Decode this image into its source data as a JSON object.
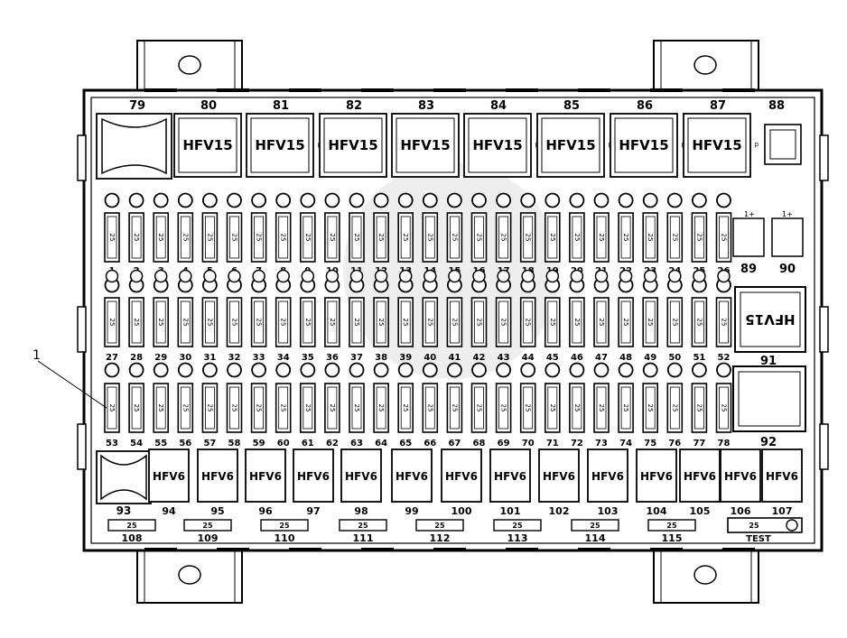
{
  "top_relays": {
    "labels": [
      "79",
      "80",
      "81",
      "82",
      "83",
      "84",
      "85",
      "86",
      "87",
      "88"
    ],
    "relay_text": "HFV15"
  },
  "fuse_rows": {
    "fuse_rating": "25",
    "row1": [
      "1",
      "2",
      "3",
      "4",
      "5",
      "6",
      "7",
      "8",
      "9",
      "10",
      "11",
      "12",
      "13",
      "14",
      "15",
      "16",
      "17",
      "18",
      "19",
      "20",
      "21",
      "22",
      "23",
      "24",
      "25",
      "26"
    ],
    "row2": [
      "27",
      "28",
      "29",
      "30",
      "31",
      "32",
      "33",
      "34",
      "35",
      "36",
      "37",
      "38",
      "39",
      "40",
      "41",
      "42",
      "43",
      "44",
      "45",
      "46",
      "47",
      "48",
      "49",
      "50",
      "51",
      "52"
    ],
    "row3": [
      "53",
      "54",
      "55",
      "56",
      "57",
      "58",
      "59",
      "60",
      "61",
      "62",
      "63",
      "64",
      "65",
      "66",
      "67",
      "68",
      "69",
      "70",
      "71",
      "72",
      "73",
      "74",
      "75",
      "76",
      "77",
      "78"
    ]
  },
  "right_side": {
    "small_relays": [
      "89",
      "90"
    ],
    "small_relay_tag": "1+",
    "large_relay_label": "91",
    "large_relay_text": "HFV15",
    "square_relay_label": "92"
  },
  "bottom_relays": {
    "relay_text": "HFV6",
    "labels": [
      "94",
      "95",
      "96",
      "97",
      "98",
      "99",
      "100",
      "101",
      "102",
      "103",
      "104",
      "105",
      "106",
      "107"
    ],
    "left_block_label": "93"
  },
  "bottom_fuses": {
    "rating": "25",
    "labels": [
      "108",
      "109",
      "110",
      "111",
      "112",
      "113",
      "114",
      "115"
    ],
    "test_label": "TEST"
  },
  "callout": {
    "label": "1"
  }
}
